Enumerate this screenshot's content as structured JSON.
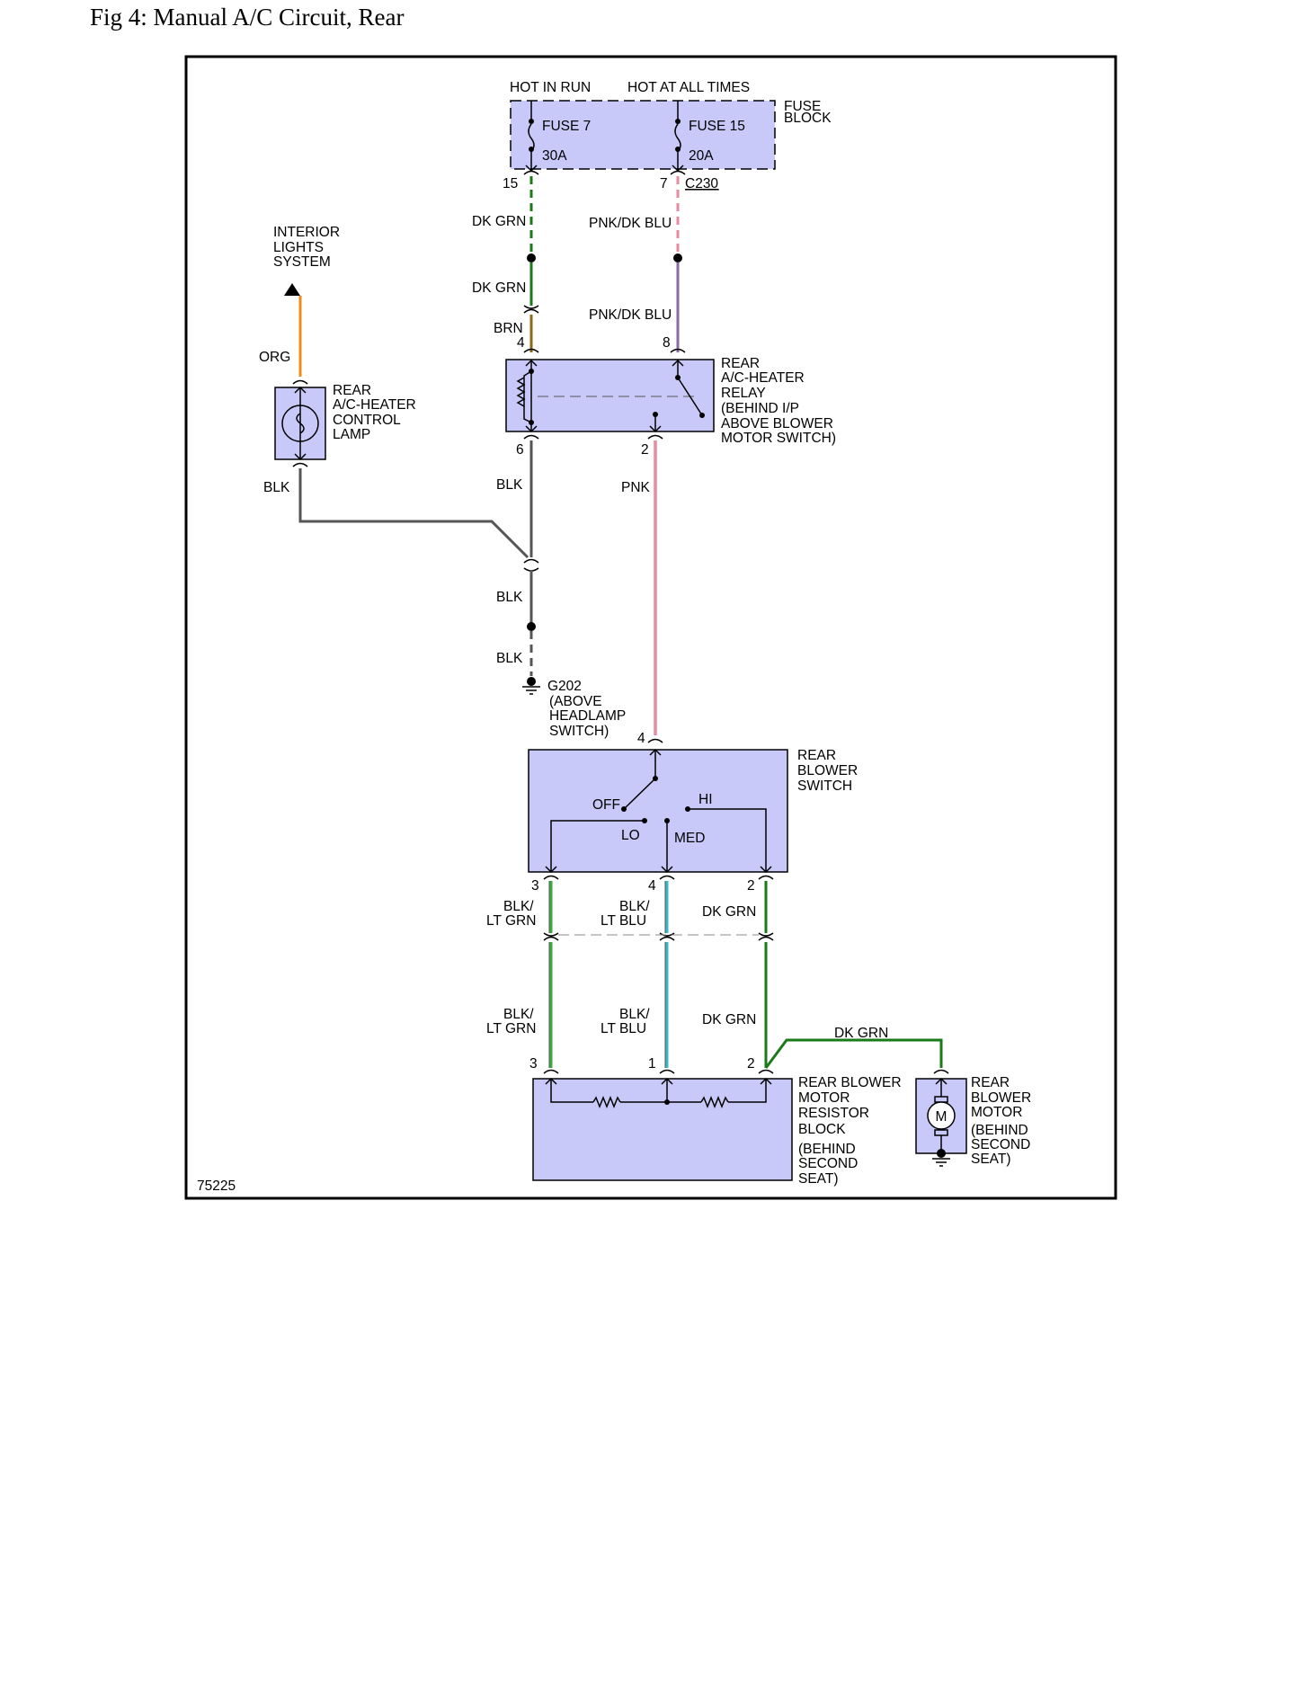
{
  "page": {
    "title": "Fig 4: Manual A/C Circuit, Rear"
  },
  "colors": {
    "component_fill": "#c9c9f9",
    "dk_grn": "#1a7a1a",
    "pnk": "#e88aa0",
    "pnk_dk_blu": "#8a6aa8",
    "blk": "#555555",
    "brn": "#8b6a1a",
    "org": "#f08a1a",
    "lt_grn": "#3aaa3a",
    "lt_blu": "#3ab8c8"
  },
  "diagram": {
    "figure_id": "75225",
    "fuse_block": {
      "hot_in_run": "HOT IN RUN",
      "hot_at_all_times": "HOT AT ALL TIMES",
      "name_line1": "FUSE",
      "name_line2": "BLOCK",
      "fuse7_name": "FUSE 7",
      "fuse7_rating": "30A",
      "fuse15_name": "FUSE 15",
      "fuse15_rating": "20A",
      "pin_15": "15",
      "pin_7": "7",
      "connector": "C230"
    },
    "wires": {
      "dk_grn_1": "DK GRN",
      "dk_grn_2": "DK GRN",
      "pnk_dk_blu_1": "PNK/DK BLU",
      "pnk_dk_blu_2": "PNK/DK BLU",
      "brn": "BRN",
      "org": "ORG",
      "blk_lamp": "BLK",
      "blk_relay": "BLK",
      "pnk": "PNK",
      "blk_ground_1": "BLK",
      "blk_ground_2": "BLK",
      "blk_lt_grn_1_a": "BLK/",
      "blk_lt_grn_1_b": "LT GRN",
      "blk_lt_blu_1_a": "BLK/",
      "blk_lt_blu_1_b": "LT BLU",
      "dk_grn_sw_1": "DK GRN",
      "blk_lt_grn_2_a": "BLK/",
      "blk_lt_grn_2_b": "LT GRN",
      "blk_lt_blu_2_a": "BLK/",
      "blk_lt_blu_2_b": "LT BLU",
      "dk_grn_sw_2": "DK GRN",
      "dk_grn_motor": "DK GRN"
    },
    "interior_lights": {
      "line1": "INTERIOR",
      "line2": "LIGHTS",
      "line3": "SYSTEM"
    },
    "control_lamp": {
      "line1": "REAR",
      "line2": "A/C-HEATER",
      "line3": "CONTROL",
      "line4": "LAMP"
    },
    "relay": {
      "line1": "REAR",
      "line2": "A/C-HEATER",
      "line3": "RELAY",
      "line4": "(BEHIND I/P",
      "line5": "ABOVE BLOWER",
      "line6": "MOTOR SWITCH)",
      "pin_4": "4",
      "pin_8": "8",
      "pin_6": "6",
      "pin_2": "2"
    },
    "ground": {
      "line1": "G202",
      "line2": "(ABOVE",
      "line3": "HEADLAMP",
      "line4": "SWITCH)"
    },
    "blower_switch": {
      "line1": "REAR",
      "line2": "BLOWER",
      "line3": "SWITCH",
      "pin_in": "4",
      "off": "OFF",
      "hi": "HI",
      "lo": "LO",
      "med": "MED",
      "pin_3": "3",
      "pin_4": "4",
      "pin_2": "2"
    },
    "resistor_block": {
      "line1": "REAR BLOWER",
      "line2": "MOTOR",
      "line3": "RESISTOR",
      "line4": "BLOCK",
      "line5": "(BEHIND",
      "line6": "SECOND",
      "line7": "SEAT)",
      "pin_3": "3",
      "pin_1": "1",
      "pin_2": "2"
    },
    "blower_motor": {
      "line1": "REAR",
      "line2": "BLOWER",
      "line3": "MOTOR",
      "line4": "(BEHIND",
      "line5": "SECOND",
      "line6": "SEAT)",
      "symbol": "M"
    }
  }
}
